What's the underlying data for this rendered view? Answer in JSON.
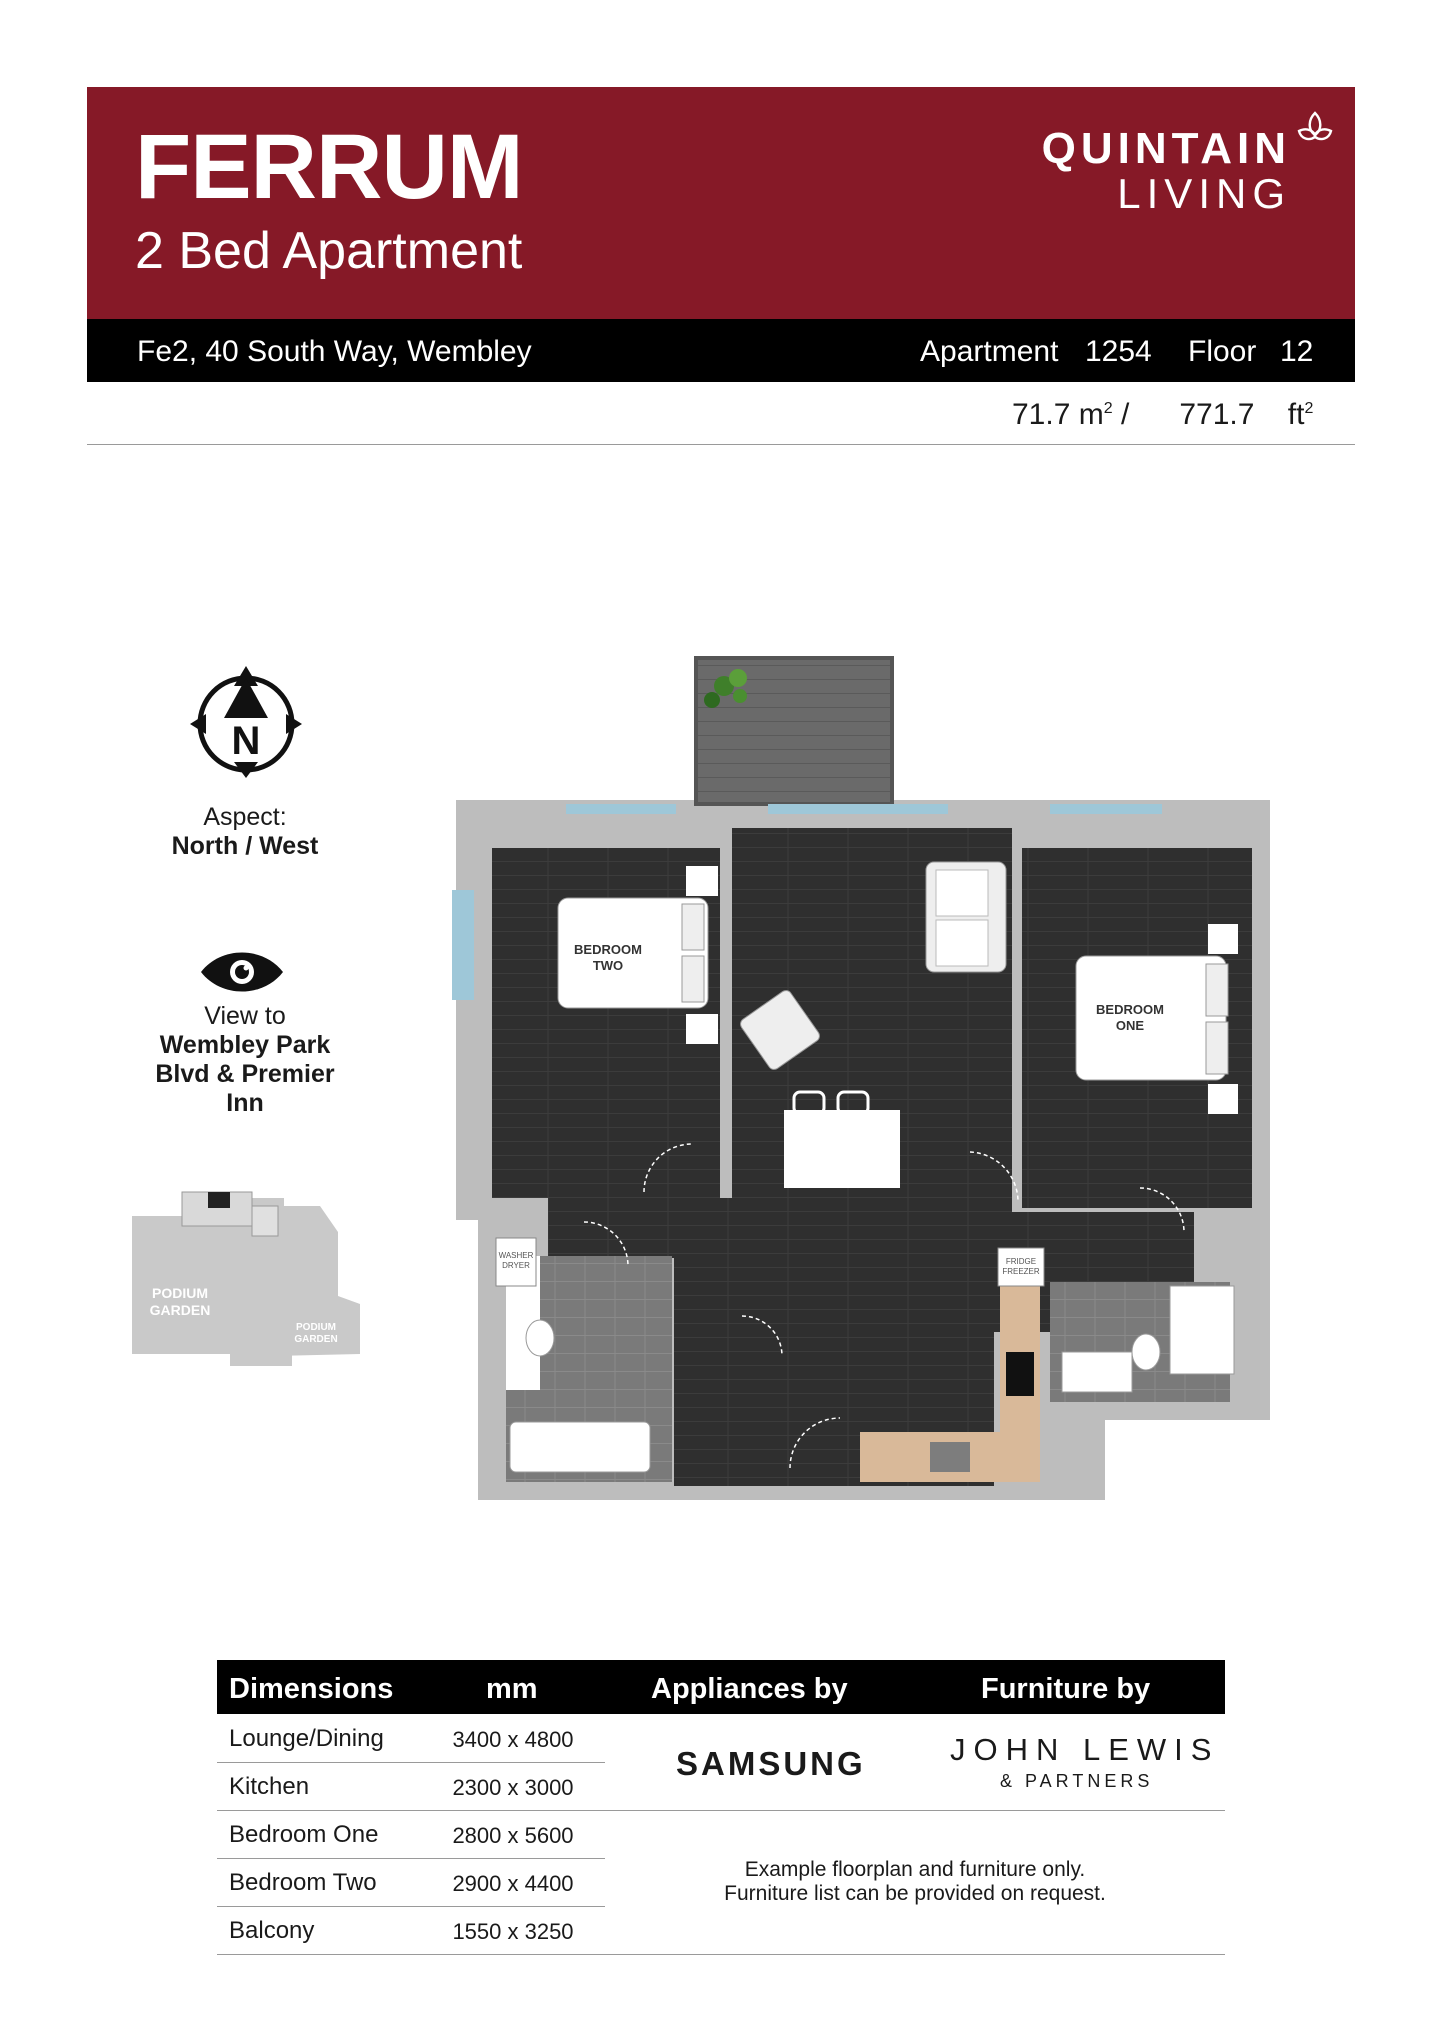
{
  "header": {
    "title": "FERRUM",
    "subtitle": "2 Bed Apartment",
    "brand_line1": "QUINTAIN",
    "brand_line2": "LIVING",
    "color_banner": "#861927"
  },
  "address_bar": {
    "address": "Fe2, 40 South Way, Wembley",
    "apartment_label": "Apartment",
    "apartment_number": "1254",
    "floor_label": "Floor",
    "floor_number": "12"
  },
  "area": {
    "sqm": "71.7",
    "sqm_unit": "m",
    "sqft": "771.7",
    "sqft_unit": "ft",
    "exponent": "2",
    "separator": "/"
  },
  "aspect": {
    "compass_letter": "N",
    "label": "Aspect:",
    "value": "North / West"
  },
  "view": {
    "label": "View to",
    "line1": "Wembley Park",
    "line2": "Blvd & Premier",
    "line3": "Inn"
  },
  "site_plan": {
    "label1a": "PODIUM",
    "label1b": "GARDEN",
    "label2a": "PODIUM",
    "label2b": "GARDEN"
  },
  "floorplan": {
    "bedroom_two_a": "BEDROOM",
    "bedroom_two_b": "TWO",
    "bedroom_one_a": "BEDROOM",
    "bedroom_one_b": "ONE",
    "washer_a": "WASHER",
    "washer_b": "DRYER",
    "fridge_a": "FRIDGE",
    "fridge_b": "FREEZER"
  },
  "table": {
    "headers": [
      "Dimensions",
      "mm",
      "Appliances by",
      "Furniture by"
    ],
    "rows": [
      {
        "room": "Lounge/Dining",
        "size": "3400 x 4800"
      },
      {
        "room": "Kitchen",
        "size": "2300 x 3000"
      },
      {
        "room": "Bedroom One",
        "size": "2800 x 5600"
      },
      {
        "room": "Bedroom Two",
        "size": "2900 x 4400"
      },
      {
        "room": "Balcony",
        "size": "1550 x 3250"
      }
    ],
    "appliances_brand": "SAMSUNG",
    "furniture_brand_line1": "JOHN LEWIS",
    "furniture_brand_line2": "& PARTNERS",
    "disclaimer_line1": "Example floorplan and furniture only.",
    "disclaimer_line2": "Furniture list can be provided on request."
  }
}
